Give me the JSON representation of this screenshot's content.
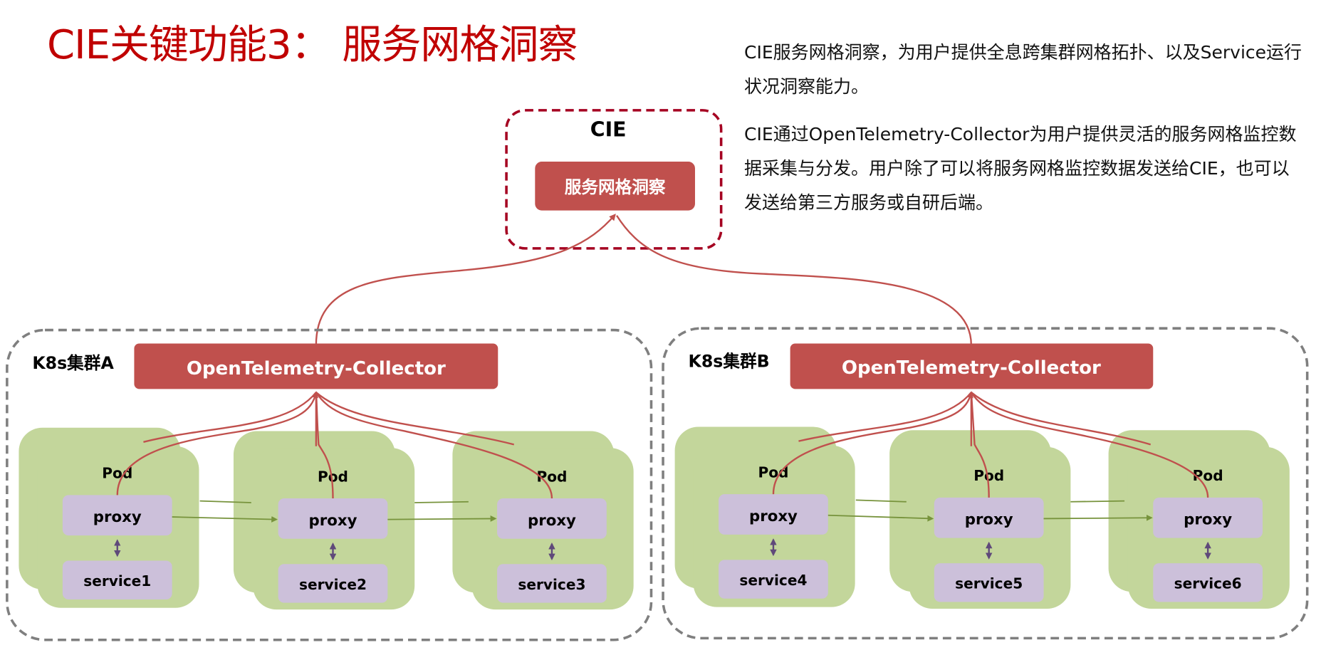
{
  "title": "CIE关键功能3： 服务网格洞察",
  "description": {
    "paragraph1": "CIE服务网格洞察，为用户提供全息跨集群网格拓扑、以及Service运行状况洞察能力。",
    "paragraph2": "CIE通过OpenTelemetry-Collector为用户提供灵活的服务网格监控数据采集与分发。用户除了可以将服务网格监控数据发送给CIE，也可以发送给第三方服务或自研后端。"
  },
  "cie": {
    "label": "CIE",
    "feature": "服务网格洞察"
  },
  "clusters": [
    {
      "label": "K8s集群A",
      "collector": "OpenTelemetry-Collector",
      "pods": [
        {
          "label": "Pod",
          "proxy": "proxy",
          "service": "service1"
        },
        {
          "label": "Pod",
          "proxy": "proxy",
          "service": "service2"
        },
        {
          "label": "Pod",
          "proxy": "proxy",
          "service": "service3"
        }
      ]
    },
    {
      "label": "K8s集群B",
      "collector": "OpenTelemetry-Collector",
      "pods": [
        {
          "label": "Pod",
          "proxy": "proxy",
          "service": "service4"
        },
        {
          "label": "Pod",
          "proxy": "proxy",
          "service": "service5"
        },
        {
          "label": "Pod",
          "proxy": "proxy",
          "service": "service6"
        }
      ]
    }
  ],
  "colors": {
    "title": "#C00000",
    "collector": "#C0504D",
    "cie_border": "#A50021",
    "cluster_border": "#7F7F7F",
    "pod": "#C3D69B",
    "proxy": "#CCC0DA",
    "bidirectional_arrow": "#5F497A",
    "traffic_arrow": "#77933C",
    "telemetry_line": "#C0504D"
  }
}
